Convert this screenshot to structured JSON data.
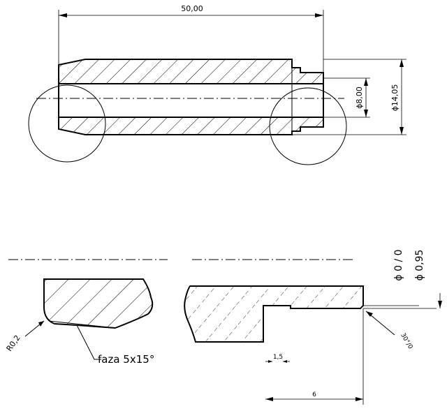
{
  "top_view": {
    "dim_length": "50,00",
    "dim_inner_diameter": "ϕ8,00",
    "dim_outer_diameter": "ϕ14,05"
  },
  "detail_left": {
    "radius_label": "R0,2",
    "chamfer_label": "faza 5x15°"
  },
  "detail_right": {
    "dia_label_1": "ϕ 0 / 0",
    "dia_label_2": "ϕ 0,95",
    "angle_label": "30°/0",
    "small_dim_label": "1,5",
    "length_label": "6"
  }
}
